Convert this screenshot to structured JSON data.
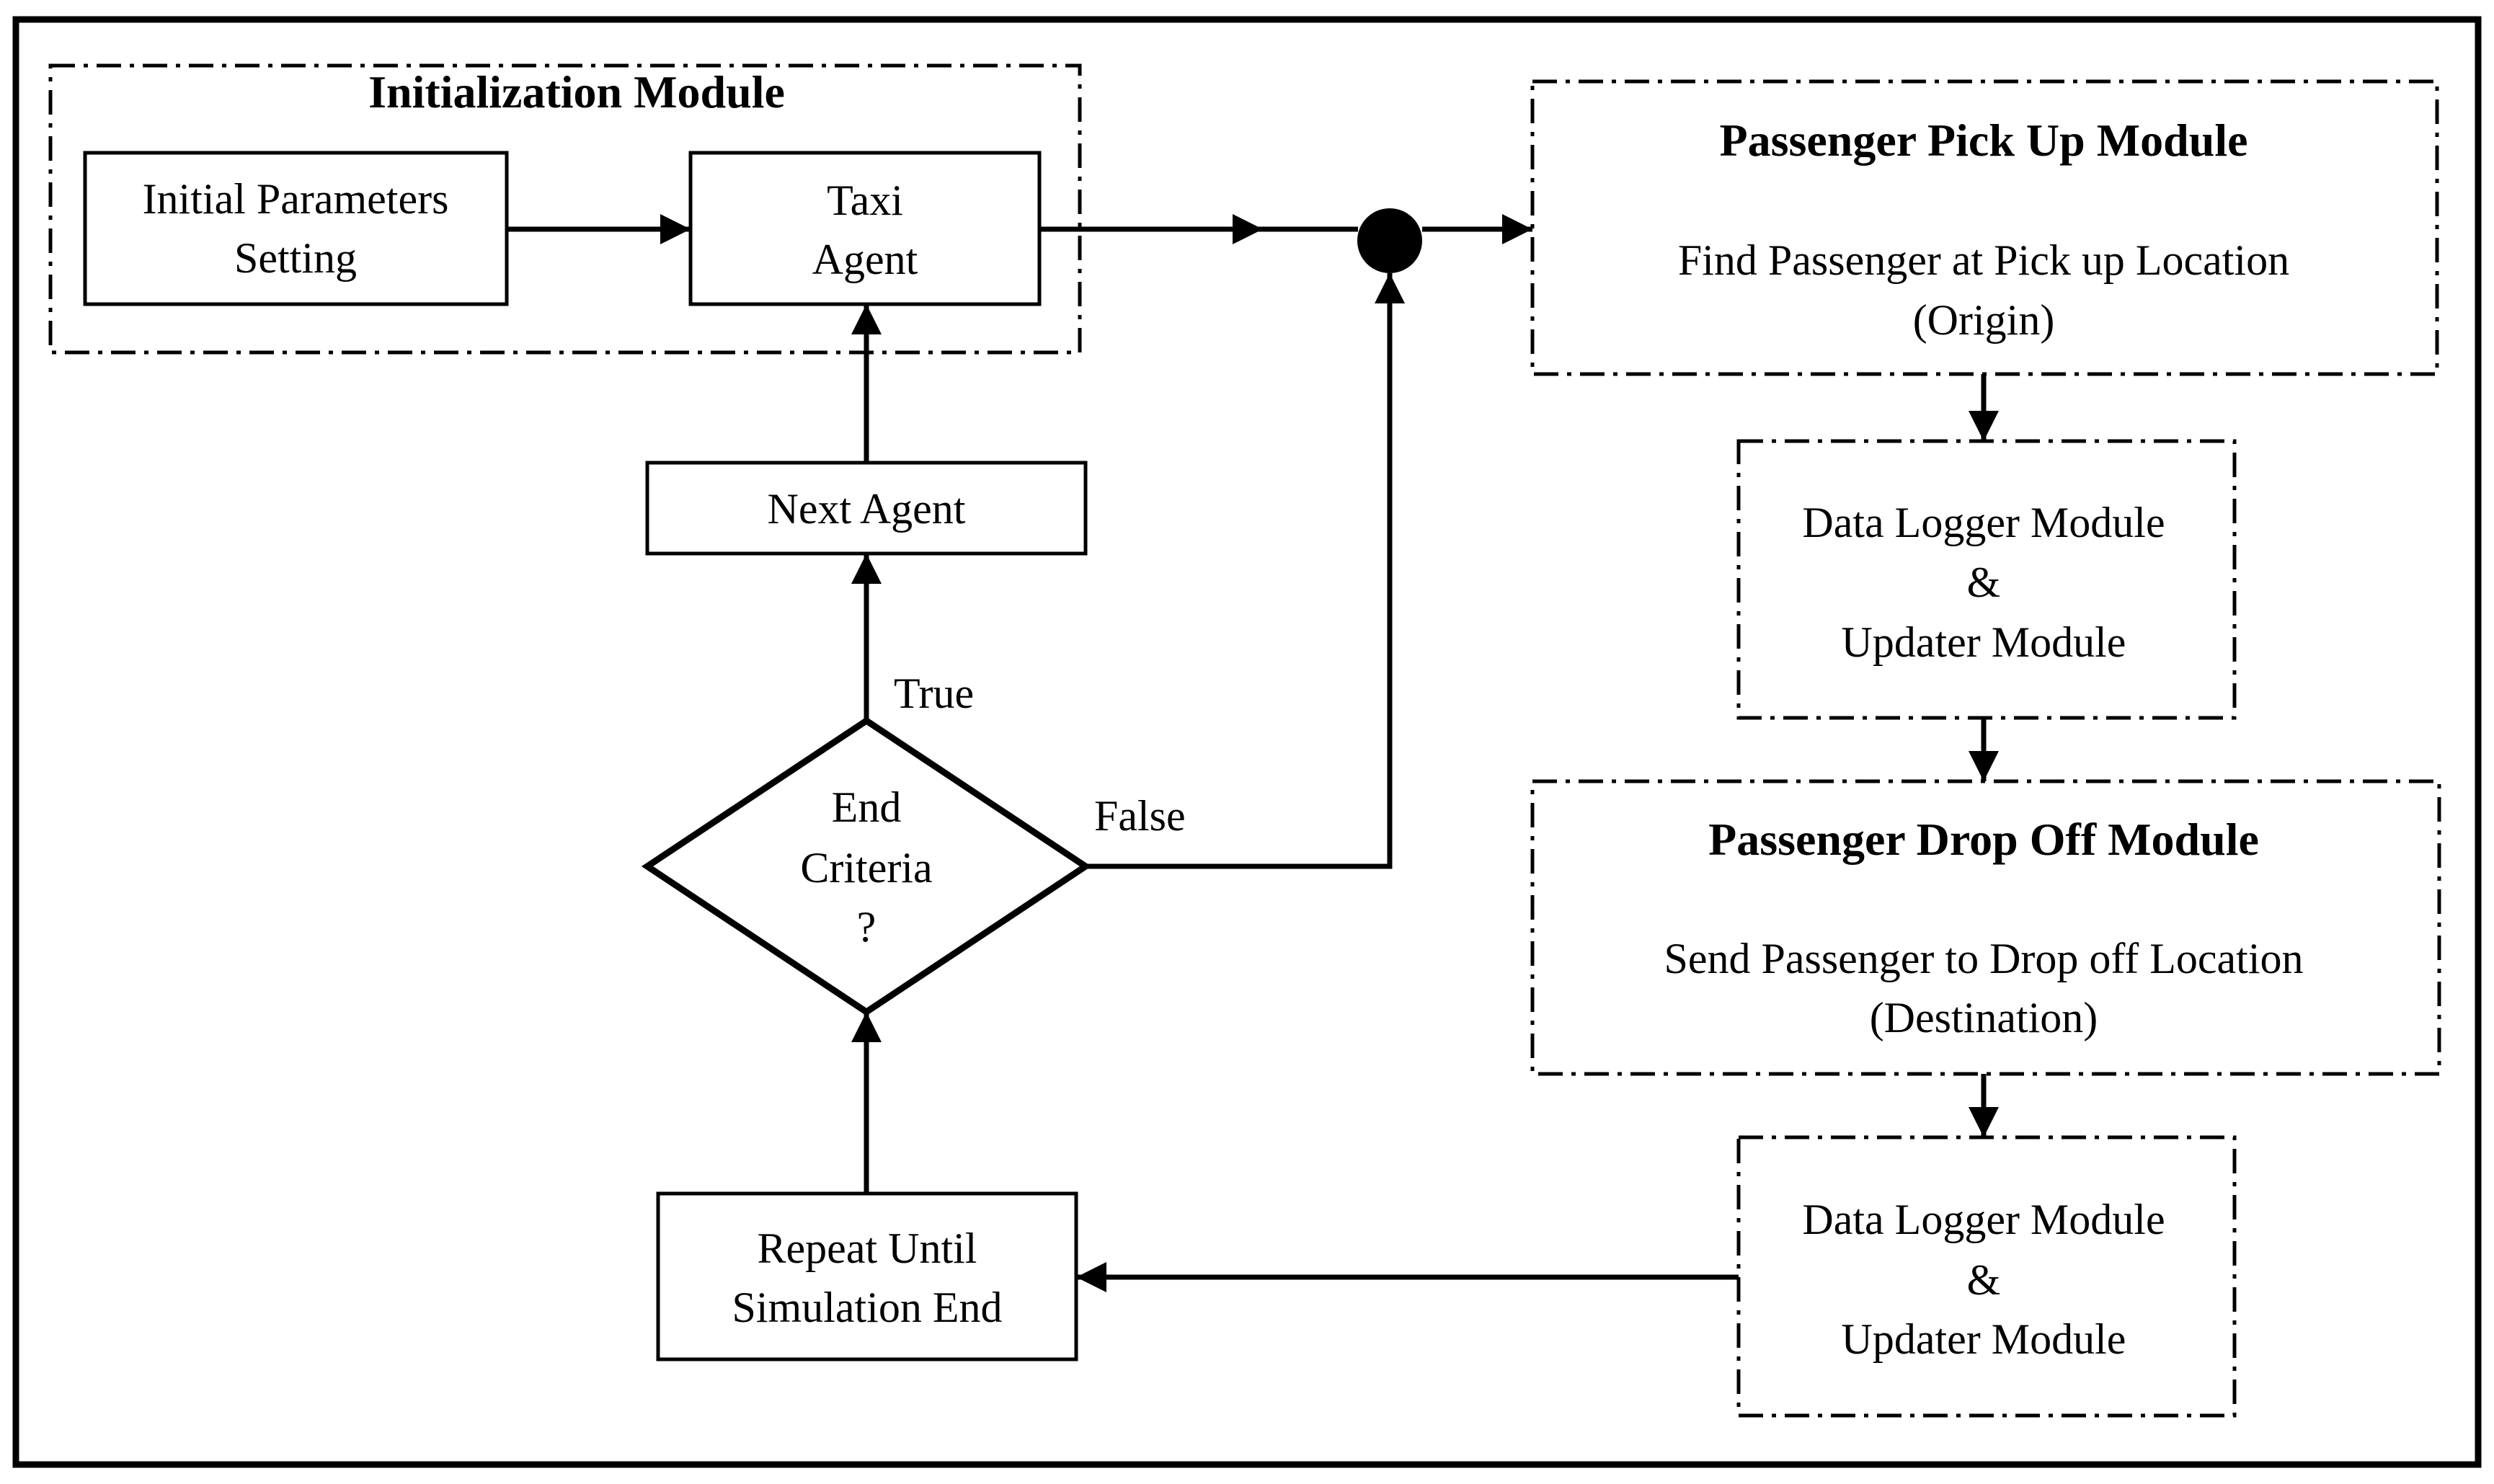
{
  "initialization_module": {
    "title": "Initialization Module",
    "initial_parameters": [
      "Initial Parameters",
      "Setting"
    ],
    "taxi_agent": [
      "Taxi",
      "Agent"
    ]
  },
  "next_agent": "Next Agent",
  "end_criteria": [
    "End",
    "Criteria",
    "?"
  ],
  "true_label": "True",
  "false_label": "False",
  "repeat_until": [
    "Repeat Until",
    "Simulation End"
  ],
  "pickup_module": {
    "title": "Passenger Pick Up Module",
    "desc": [
      "Find Passenger at Pick up Location",
      "(Origin)"
    ]
  },
  "data_logger_1": [
    "Data Logger Module",
    "&",
    "Updater Module"
  ],
  "dropoff_module": {
    "title": "Passenger Drop Off Module",
    "desc": [
      "Send Passenger to Drop off Location",
      "(Destination)"
    ]
  },
  "data_logger_2": [
    "Data Logger Module",
    "&",
    "Updater Module"
  ]
}
